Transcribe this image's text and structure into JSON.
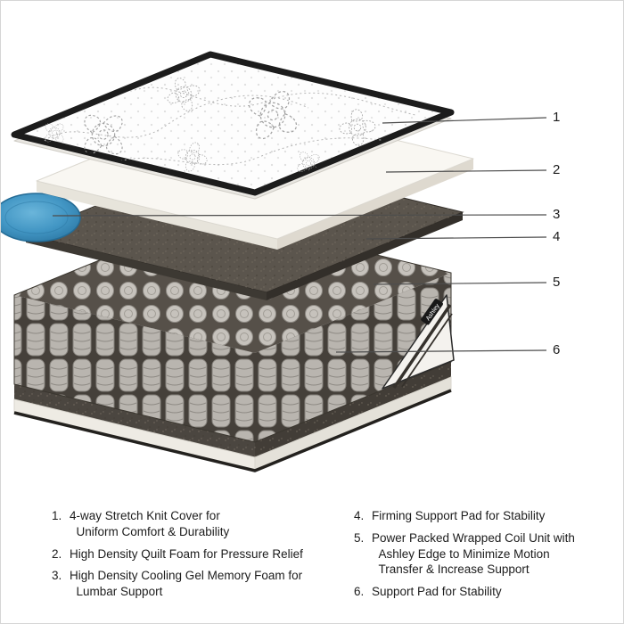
{
  "figure": {
    "tag_label": "Ashley",
    "callouts": [
      {
        "num": "1"
      },
      {
        "num": "2"
      },
      {
        "num": "3"
      },
      {
        "num": "4"
      },
      {
        "num": "5"
      },
      {
        "num": "6"
      }
    ],
    "colors": {
      "cover_white": "#fdfdfd",
      "edge_black": "#1c1c1c",
      "foam_cream": "#f9f7f2",
      "gel_blue": "#4296c4",
      "pad_dark": "#5b554d",
      "coil_gray": "#b9b5af",
      "base_cream": "#eeebe4"
    }
  },
  "legend": {
    "items_left": [
      {
        "num": "1.",
        "text": "4-way Stretch Knit Cover for\n  Uniform Comfort & Durability"
      },
      {
        "num": "2.",
        "text": "High Density Quilt Foam for Pressure Relief"
      },
      {
        "num": "3.",
        "text": "High Density Cooling Gel Memory Foam for\n  Lumbar Support"
      }
    ],
    "items_right": [
      {
        "num": "4.",
        "text": "Firming Support Pad for Stability"
      },
      {
        "num": "5.",
        "text": "Power Packed Wrapped Coil Unit with\n  Ashley Edge to Minimize Motion\n  Transfer & Increase Support"
      },
      {
        "num": "6.",
        "text": "Support Pad for Stability"
      }
    ]
  }
}
